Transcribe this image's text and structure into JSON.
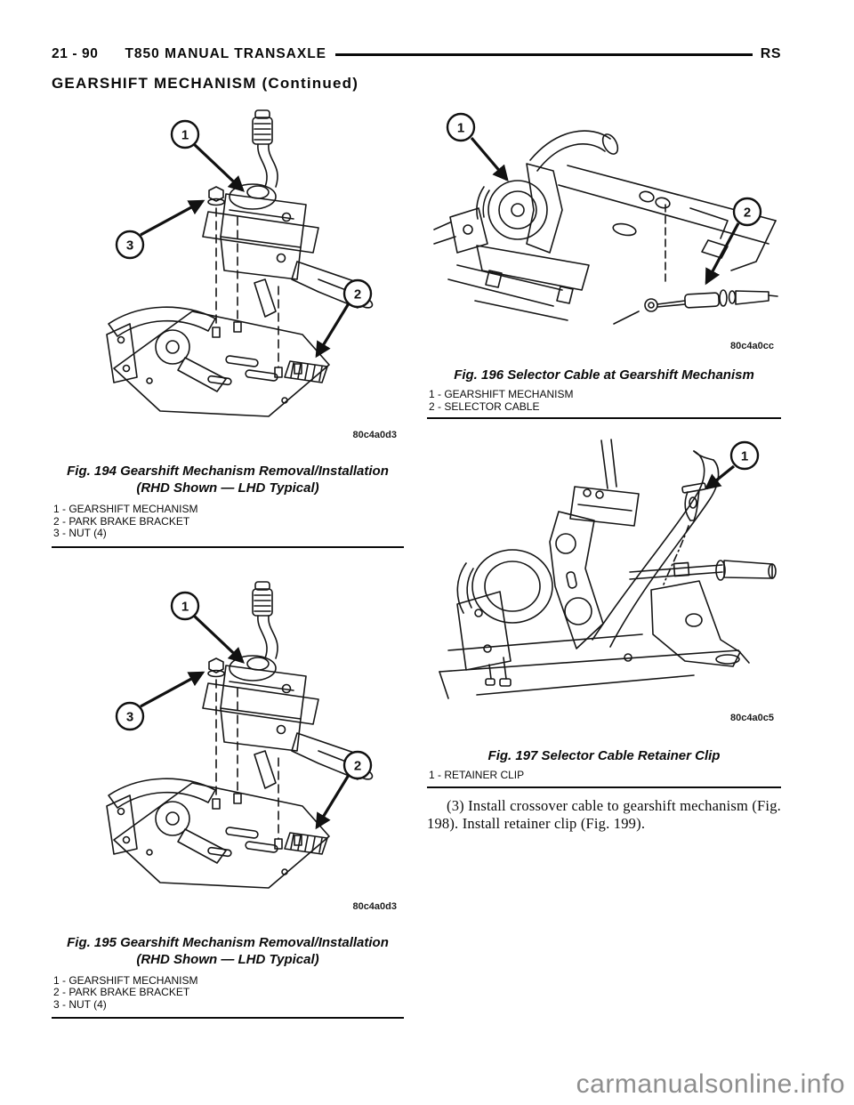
{
  "header": {
    "page_ref": "21 - 90",
    "title": "T850 MANUAL TRANSAXLE",
    "platform": "RS",
    "section": "GEARSHIFT MECHANISM (Continued)"
  },
  "fig194": {
    "callout_1": "1",
    "callout_2": "2",
    "callout_3": "3",
    "image_code": "80c4a0d3",
    "caption_line1": "Fig. 194 Gearshift Mechanism Removal/Installation",
    "caption_line2": "(RHD Shown — LHD Typical)",
    "legend": [
      "1 - GEARSHIFT MECHANISM",
      "2 - PARK BRAKE BRACKET",
      "3 - NUT (4)"
    ]
  },
  "fig195": {
    "callout_1": "1",
    "callout_2": "2",
    "callout_3": "3",
    "image_code": "80c4a0d3",
    "caption_line1": "Fig. 195 Gearshift Mechanism Removal/Installation",
    "caption_line2": "(RHD Shown — LHD Typical)",
    "legend": [
      "1 - GEARSHIFT MECHANISM",
      "2 - PARK BRAKE BRACKET",
      "3 - NUT (4)"
    ]
  },
  "fig196": {
    "callout_1": "1",
    "callout_2": "2",
    "image_code": "80c4a0cc",
    "caption": "Fig. 196 Selector Cable at Gearshift Mechanism",
    "legend": [
      "1 - GEARSHIFT MECHANISM",
      "2 - SELECTOR CABLE"
    ]
  },
  "fig197": {
    "callout_1": "1",
    "image_code": "80c4a0c5",
    "caption": "Fig. 197 Selector Cable Retainer Clip",
    "legend": [
      "1 - RETAINER CLIP"
    ]
  },
  "body": {
    "step3": "(3) Install crossover cable to gearshift mechanism (Fig. 198). Install retainer clip (Fig. 199)."
  },
  "watermark": "carmanualsonline.info"
}
